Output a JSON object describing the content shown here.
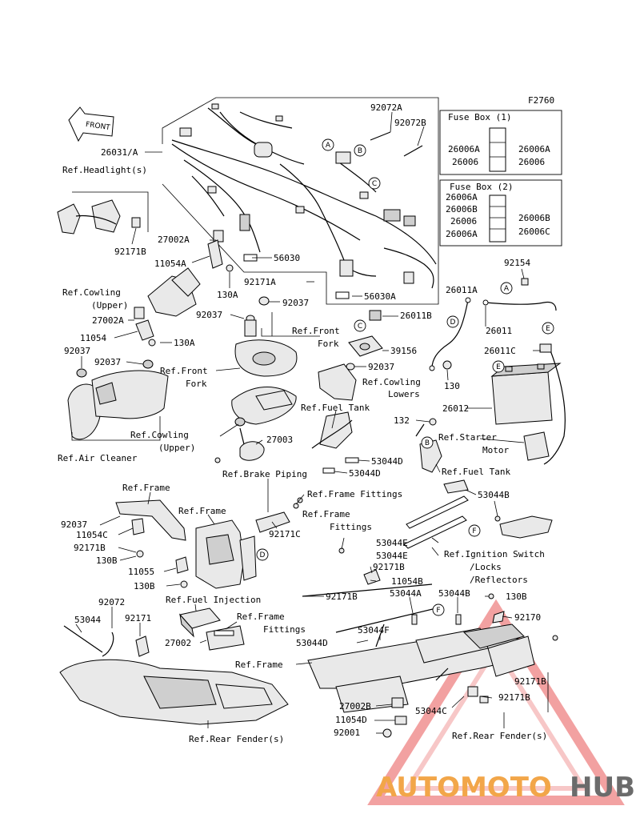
{
  "figure_code": "F2760",
  "front_marker": "FRONT",
  "fuse_box_1": {
    "title": "Fuse Box (1)",
    "left": [
      "26006A",
      "26006"
    ],
    "right": [
      "26006A",
      "26006"
    ]
  },
  "fuse_box_2": {
    "title": "Fuse Box (2)",
    "left": [
      "26006A",
      "26006B",
      "26006",
      "26006A"
    ],
    "right": [
      "26006B",
      "26006C"
    ]
  },
  "letters": [
    "A",
    "B",
    "C",
    "D",
    "E",
    "F"
  ],
  "labels": {
    "p92072A": "92072A",
    "p92072B": "92072B",
    "p26031A": "26031/A",
    "refHeadlight": "Ref.Headlight(s)",
    "p92171B_a": "92171B",
    "p27002A_a": "27002A",
    "p11054A": "11054A",
    "p130A_a": "130A",
    "p56030": "56030",
    "p92171A": "92171A",
    "p56030A": "56030A",
    "p92154": "92154",
    "p26011A": "26011A",
    "refCowlingUpper1": "Ref.Cowling",
    "refCowlingUpper2": "(Upper)",
    "p92037_a": "92037",
    "p92037_b": "92037",
    "p27002A_b": "27002A",
    "p26011B": "26011B",
    "refFrontFork1a": "Ref.Front",
    "refFrontFork1b": "Fork",
    "p11054": "11054",
    "p130A_b": "130A",
    "p26011": "26011",
    "p39156": "39156",
    "p92037_c": "92037",
    "p92037_d": "92037",
    "p26011C": "26011C",
    "refFrontFork2a": "Ref.Front",
    "refFrontFork2b": "Fork",
    "p92037_e": "92037",
    "refCowlingLowers1": "Ref.Cowling",
    "refCowlingLowers2": "Lowers",
    "p130_a": "130",
    "refFuelTank1": "Ref.Fuel Tank",
    "p132": "132",
    "p26012": "26012",
    "refCowlingUpper3": "Ref.Cowling",
    "refCowlingUpper4": "(Upper)",
    "p27003": "27003",
    "refStarter1": "Ref.Starter",
    "refStarter2": "Motor",
    "refAirCleaner": "Ref.Air Cleaner",
    "p53044D_a": "53044D",
    "p53044D_b": "53044D",
    "refFuelTank2": "Ref.Fuel Tank",
    "refBrakePiping": "Ref.Brake Piping",
    "refFrame1": "Ref.Frame",
    "refFrameFittings1": "Ref.Frame Fittings",
    "p53044B_a": "53044B",
    "refFrame2": "Ref.Frame",
    "p92037_f": "92037",
    "refFrameFittings2a": "Ref.Frame",
    "refFrameFittings2b": "Fittings",
    "p11054C": "11054C",
    "p92171C": "92171C",
    "p92171B_b": "92171B",
    "p53044E_a": "53044E",
    "p53044E_b": "53044E",
    "p130B_a": "130B",
    "refIgnition1": "Ref.Ignition Switch",
    "refIgnition2": "/Locks",
    "refIgnition3": "/Reflectors",
    "p11055": "11055",
    "p92171B_c": "92171B",
    "p130B_b": "130B",
    "p11054B": "11054B",
    "p53044A": "53044A",
    "p53044B_b": "53044B",
    "p130B_c": "130B",
    "refFuelInjection": "Ref.Fuel Injection",
    "p92171B_d": "92171B",
    "p92072": "92072",
    "p92171": "92171",
    "p53044": "53044",
    "refFrameFittings3a": "Ref.Frame",
    "refFrameFittings3b": "Fittings",
    "p53044F": "53044F",
    "p92170": "92170",
    "p27002": "27002",
    "p53044D_c": "53044D",
    "refFrame3": "Ref.Frame",
    "p92171B_e": "92171B",
    "p92171B_f": "92171B",
    "p27002B": "27002B",
    "p53044C": "53044C",
    "p11054D": "11054D",
    "p92001": "92001",
    "refRearFender1": "Ref.Rear Fender(s)",
    "refRearFender2": "Ref.Rear Fender(s)"
  },
  "watermark": {
    "part1": "AUTOMOTO",
    "part2": "HUB"
  },
  "colors": {
    "watermark_orange": "#f2a649",
    "watermark_gray": "#6b6b6b",
    "watermark_red": "#e85555"
  }
}
